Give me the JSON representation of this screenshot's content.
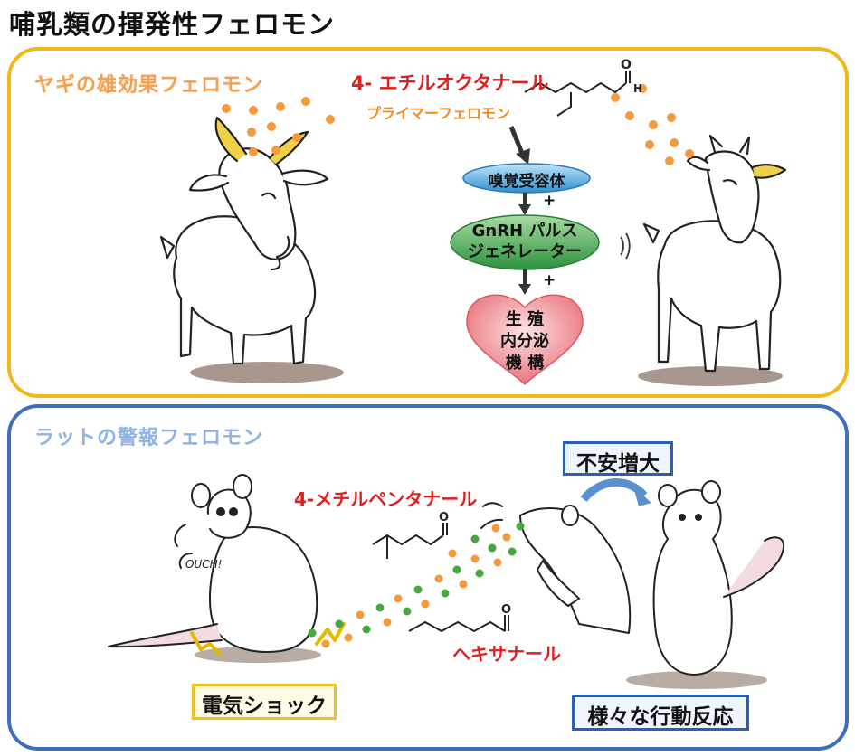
{
  "title": "哺乳類の揮発性フェロモン",
  "goat": {
    "heading": "ヤギの雄効果フェロモン",
    "compound": "4- エチルオクタナール",
    "subtype": "プライマーフェロモン",
    "receptor": "嗅覚受容体",
    "plus1": "+",
    "gnrh_line1": "GnRH パルス",
    "gnrh_line2": "ジェネレーター",
    "plus2": "+",
    "endo_line1": "生 殖",
    "endo_line2": "内分泌",
    "endo_line3": "機 構",
    "aldehyde_label": "H"
  },
  "rat": {
    "heading": "ラットの警報フェロモン",
    "compound1": "4-メチルペンタナール",
    "compound2": "ヘキサナール",
    "shock": "電気ショック",
    "anxiety": "不安増大",
    "behavior": "様々な行動反応",
    "ouch": "OUCH!",
    "oxygen": "O"
  },
  "colors": {
    "goat_border": "#f1b81a",
    "rat_border": "#3f6fbb",
    "goat_heading": "#f3a055",
    "rat_heading": "#8fb3e2",
    "compound_red": "#e0201f",
    "dot_orange": "#f29a3c",
    "dot_green": "#46a83e",
    "receptor_blue": "#4aa8dd",
    "gnrh_green": "#3aa24a",
    "heart_pink": "#ef8f96"
  }
}
